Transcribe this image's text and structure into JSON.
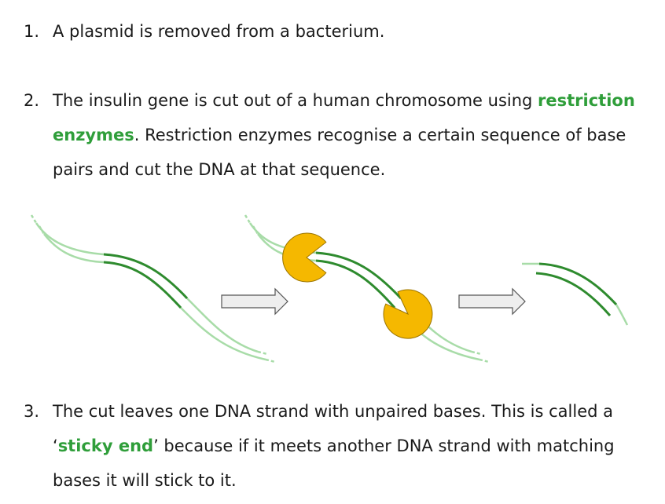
{
  "steps": [
    {
      "number": "1.",
      "text": "A plasmid is removed from a bacterium."
    },
    {
      "number": "2.",
      "text_pre": "The insulin gene is cut out of a human chromosome using ",
      "highlight": "restriction enzymes",
      "text_post": ". Restriction enzymes recognise a certain sequence of base pairs and cut the DNA at that sequence."
    },
    {
      "number": "3.",
      "text_pre": "The cut leaves one DNA strand with unpaired bases. This is called a ‘",
      "highlight": "sticky end",
      "text_post": "’ because if it meets another DNA strand with matching bases it will stick to it."
    }
  ],
  "colors": {
    "highlight": "#2f9e3a",
    "dna_light": "#a8dca8",
    "dna_dark": "#2e8b2e",
    "enzyme_fill": "#f5b800",
    "enzyme_stroke": "#9a7400",
    "arrow_fill": "#eeeeee",
    "arrow_stroke": "#555555"
  },
  "icons": [
    "dna-strand-icon",
    "restriction-enzyme-icon",
    "right-arrow-icon",
    "gene-fragment-icon"
  ]
}
